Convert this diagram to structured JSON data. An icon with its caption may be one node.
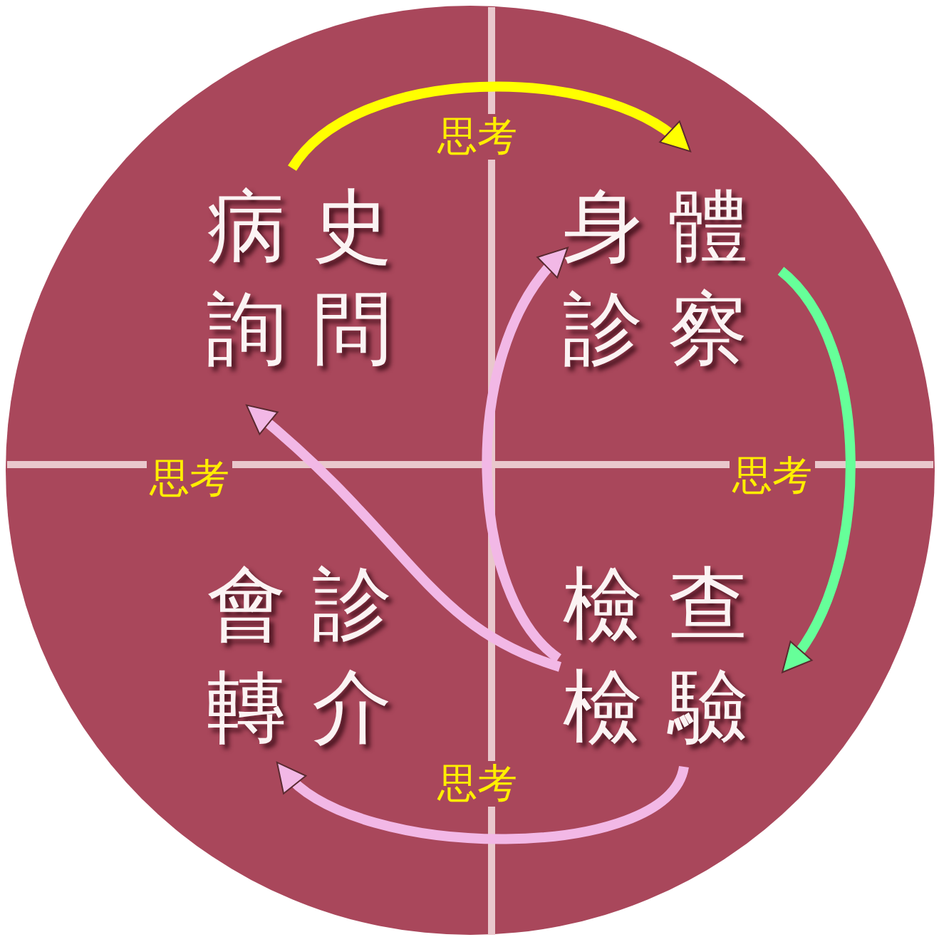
{
  "diagram": {
    "nodes": [
      {
        "text": [
          "病史詢問"
        ]
      },
      {
        "text": [
          "身體診察"
        ]
      },
      {
        "text": [
          "檢查檢驗"
        ]
      },
      {
        "text": [
          "會診轉介"
        ]
      }
    ],
    "edges": [
      {
        "from": 0,
        "to": 1,
        "arrow": "to",
        "label": "思考",
        "color": "#ffff00"
      },
      {
        "from": 1,
        "to": 2,
        "arrow": "to",
        "label": "思考",
        "color": "#66ff99"
      },
      {
        "from": 2,
        "to": 3,
        "arrow": "to",
        "label": "思考"
      },
      {
        "from": 2,
        "to": 0,
        "arrow": "to",
        "label": "思考"
      },
      {
        "from": 2,
        "to": 1,
        "arrow": "to"
      }
    ]
  }
}
